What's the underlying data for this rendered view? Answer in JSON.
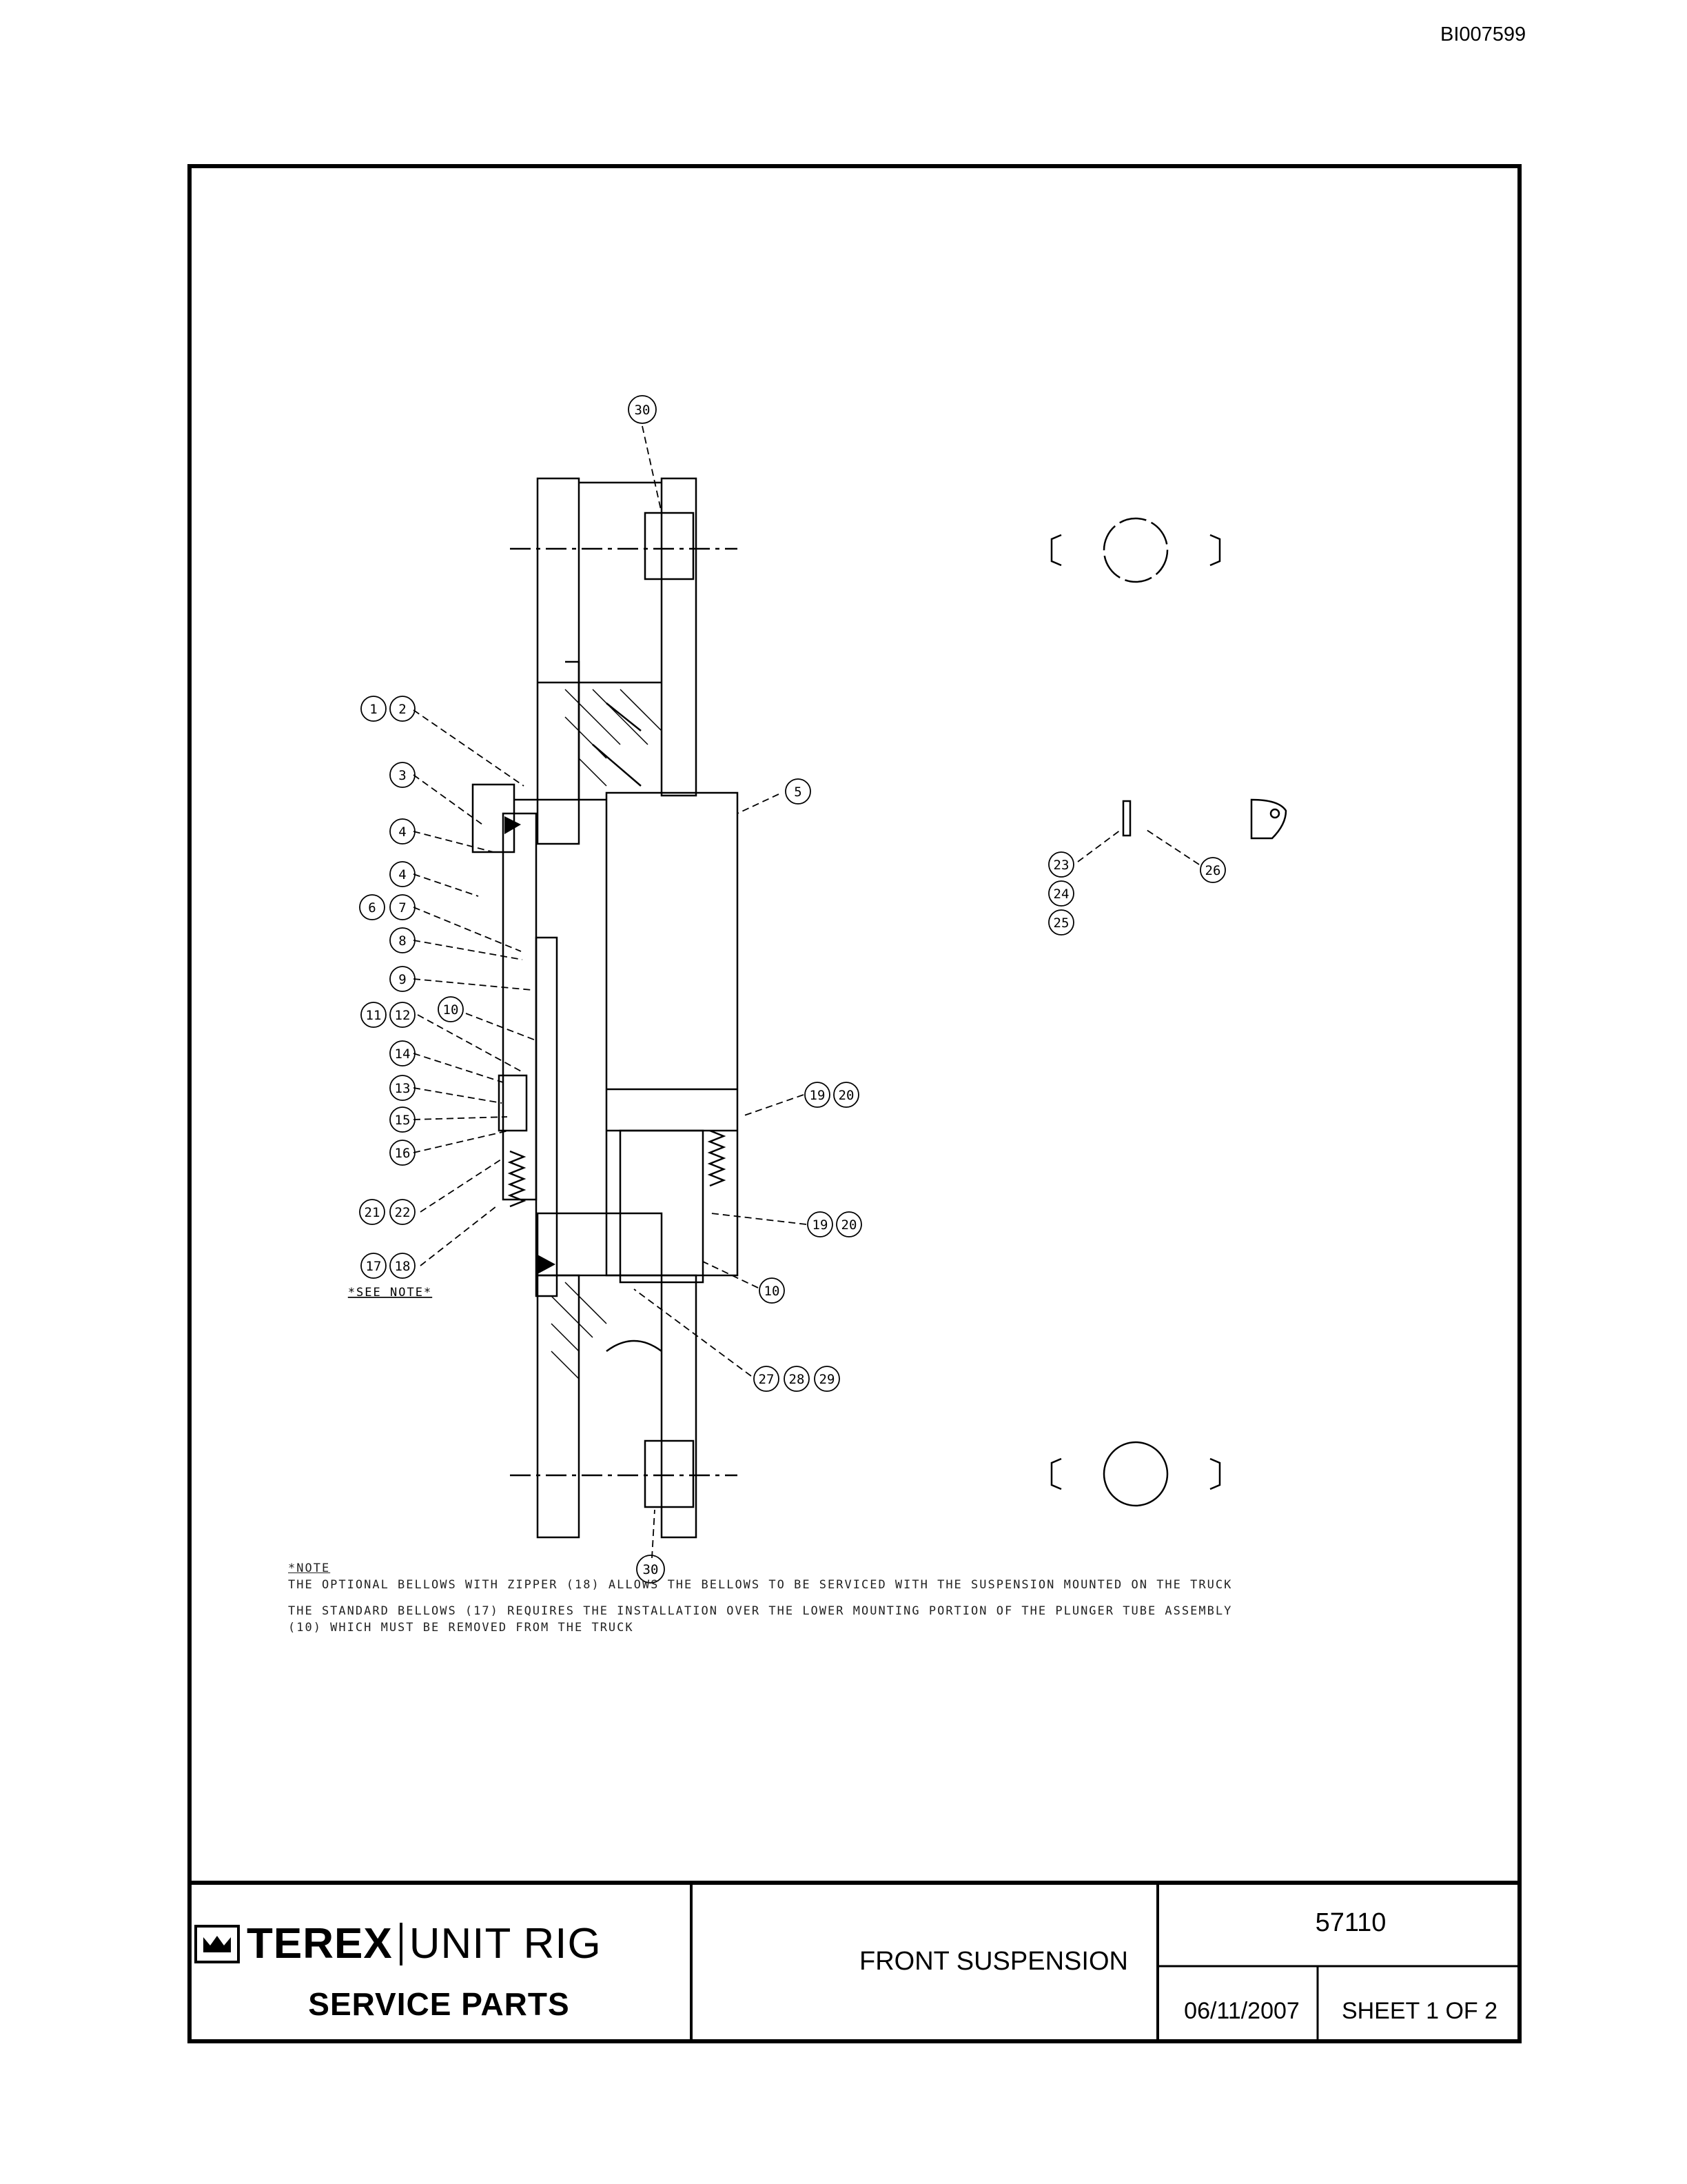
{
  "document_id": "BI007599",
  "callouts": [
    "1",
    "2",
    "3",
    "4",
    "4",
    "6",
    "7",
    "8",
    "9",
    "10",
    "11",
    "12",
    "14",
    "13",
    "15",
    "16",
    "21",
    "22",
    "17",
    "18",
    "30",
    "5",
    "19",
    "20",
    "19",
    "20",
    "10",
    "27",
    "28",
    "29",
    "30",
    "23",
    "24",
    "25",
    "26"
  ],
  "see_note": "*SEE NOTE*",
  "note": {
    "heading": "*NOTE",
    "line1": "THE OPTIONAL BELLOWS WITH ZIPPER (18) ALLOWS THE BELLOWS TO BE SERVICED WITH THE SUSPENSION MOUNTED ON THE TRUCK",
    "line2": "THE STANDARD BELLOWS (17) REQUIRES THE INSTALLATION OVER THE LOWER MOUNTING PORTION OF THE PLUNGER TUBE ASSEMBLY",
    "line3": "(10) WHICH MUST BE REMOVED FROM THE TRUCK"
  },
  "title_block": {
    "brand": "TEREX",
    "brand_unit": "UNIT RIG",
    "subtitle": "SERVICE PARTS",
    "title": "FRONT SUSPENSION",
    "part_number": "57110",
    "date": "06/11/2007",
    "sheet": "SHEET 1 OF 2"
  }
}
